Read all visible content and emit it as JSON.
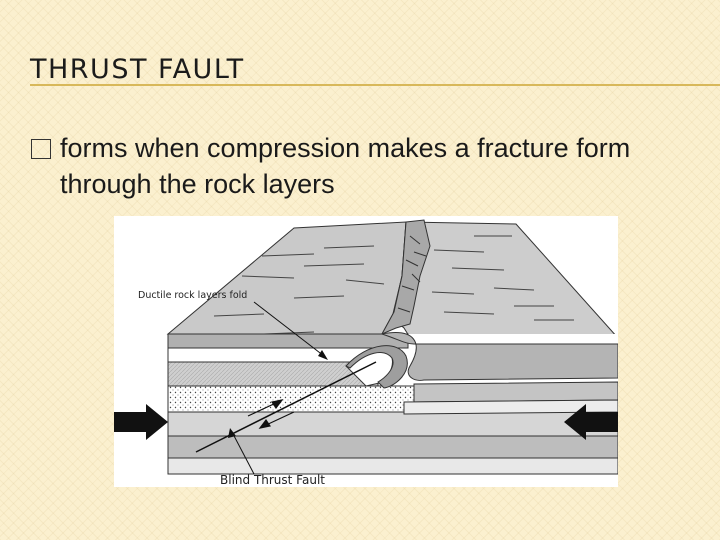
{
  "slide": {
    "title": "THRUST FAULT",
    "bullet_text": "forms when compression makes a fracture form through the rock layers"
  },
  "diagram": {
    "label_fold": "Ductile rock layers fold",
    "label_fault": "Blind Thrust Fault"
  }
}
